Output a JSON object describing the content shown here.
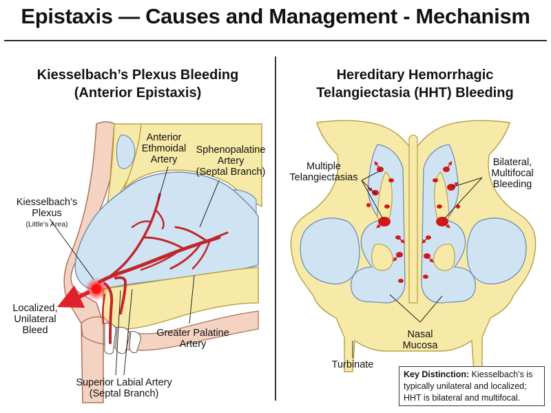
{
  "title": "Epistaxis — Causes and Management - Mechanism",
  "left_panel": {
    "title_line1": "Kiesselbach’s Plexus Bleeding",
    "title_line2": "(Anterior Epistaxis)",
    "labels": {
      "anterior_ethmoidal": [
        "Anterior",
        "Ethmoidal",
        "Artery"
      ],
      "sphenopalatine": [
        "Sphenopalatine",
        "Artery",
        "(Septal Branch)"
      ],
      "kiesselbach": [
        "Kiesselbach’s",
        "Plexus"
      ],
      "littles_area": "(Little’s Area)",
      "localized": [
        "Localized,",
        "Unilateral",
        "Bleed"
      ],
      "greater_palatine": [
        "Greater Palatine",
        "Artery"
      ],
      "superior_labial": [
        "Superior Labial Artery",
        "(Septal Branch)"
      ]
    }
  },
  "right_panel": {
    "title_line1": "Hereditary Hemorrhagic",
    "title_line2": "Telangiectasia (HHT) Bleeding",
    "labels": {
      "multiple_tel": [
        "Multiple",
        "Telangiectasias"
      ],
      "bilateral": [
        "Bilateral,",
        "Multifocal",
        "Bleeding"
      ],
      "nasal_mucosa": [
        "Nasal",
        "Mucosa"
      ],
      "turbinate": "Turbinate"
    }
  },
  "key_distinction": {
    "label": "Key Distinction:",
    "text": " Kiesselbach’s is typically unilateral and localized; HHT is bilateral and multifocal."
  },
  "colors": {
    "skin": "#f5d3c3",
    "bone": "#f7eaa8",
    "bone_stroke": "#b8a24a",
    "mucosa": "#cfe3f3",
    "mucosa_stroke": "#6d8fb0",
    "artery": "#c0262b",
    "bleed": "#e0202a"
  }
}
